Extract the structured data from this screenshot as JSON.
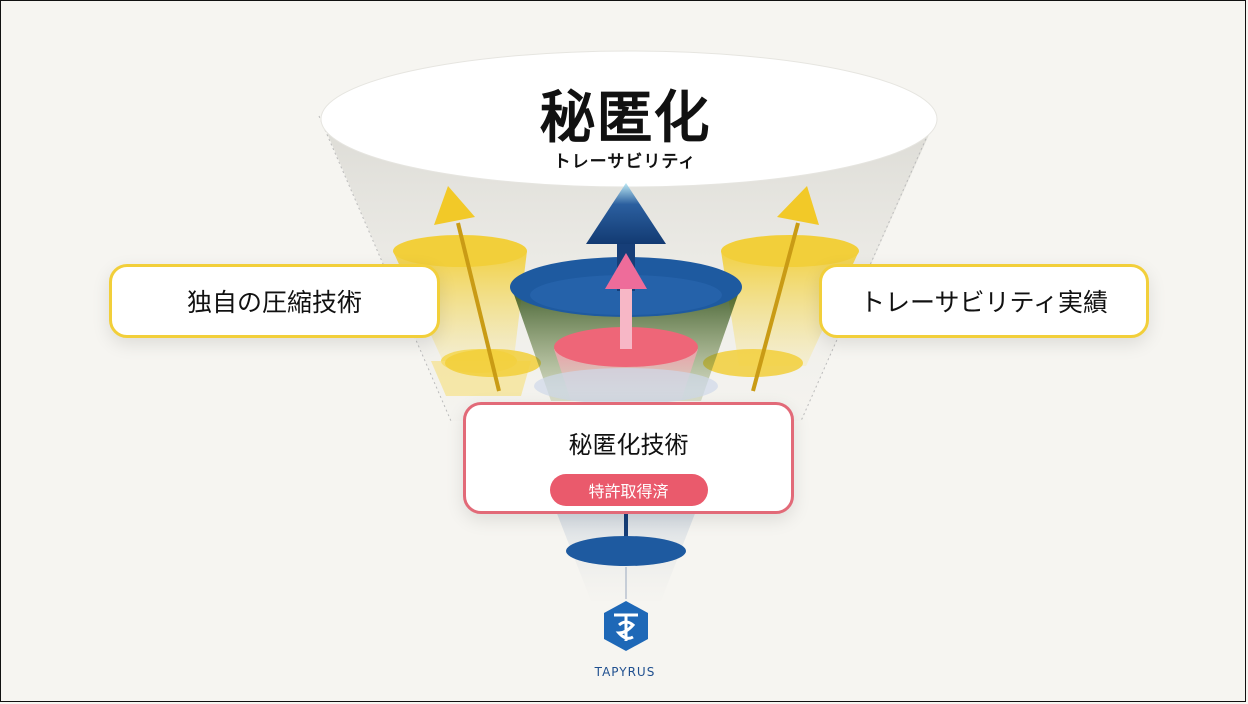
{
  "diagram": {
    "title": "秘匿化",
    "subtitle": "トレーサビリティ",
    "left_label": "独自の圧縮技術",
    "right_label": "トレーサビリティ実績",
    "center_label": "秘匿化技術",
    "center_badge": "特許取得済",
    "brand": "TAPYRUS"
  },
  "colors": {
    "background": "#f6f5f1",
    "yellow": "#f2cf3a",
    "blue": "#1e5aa0",
    "pink": "#ea5a6c"
  }
}
